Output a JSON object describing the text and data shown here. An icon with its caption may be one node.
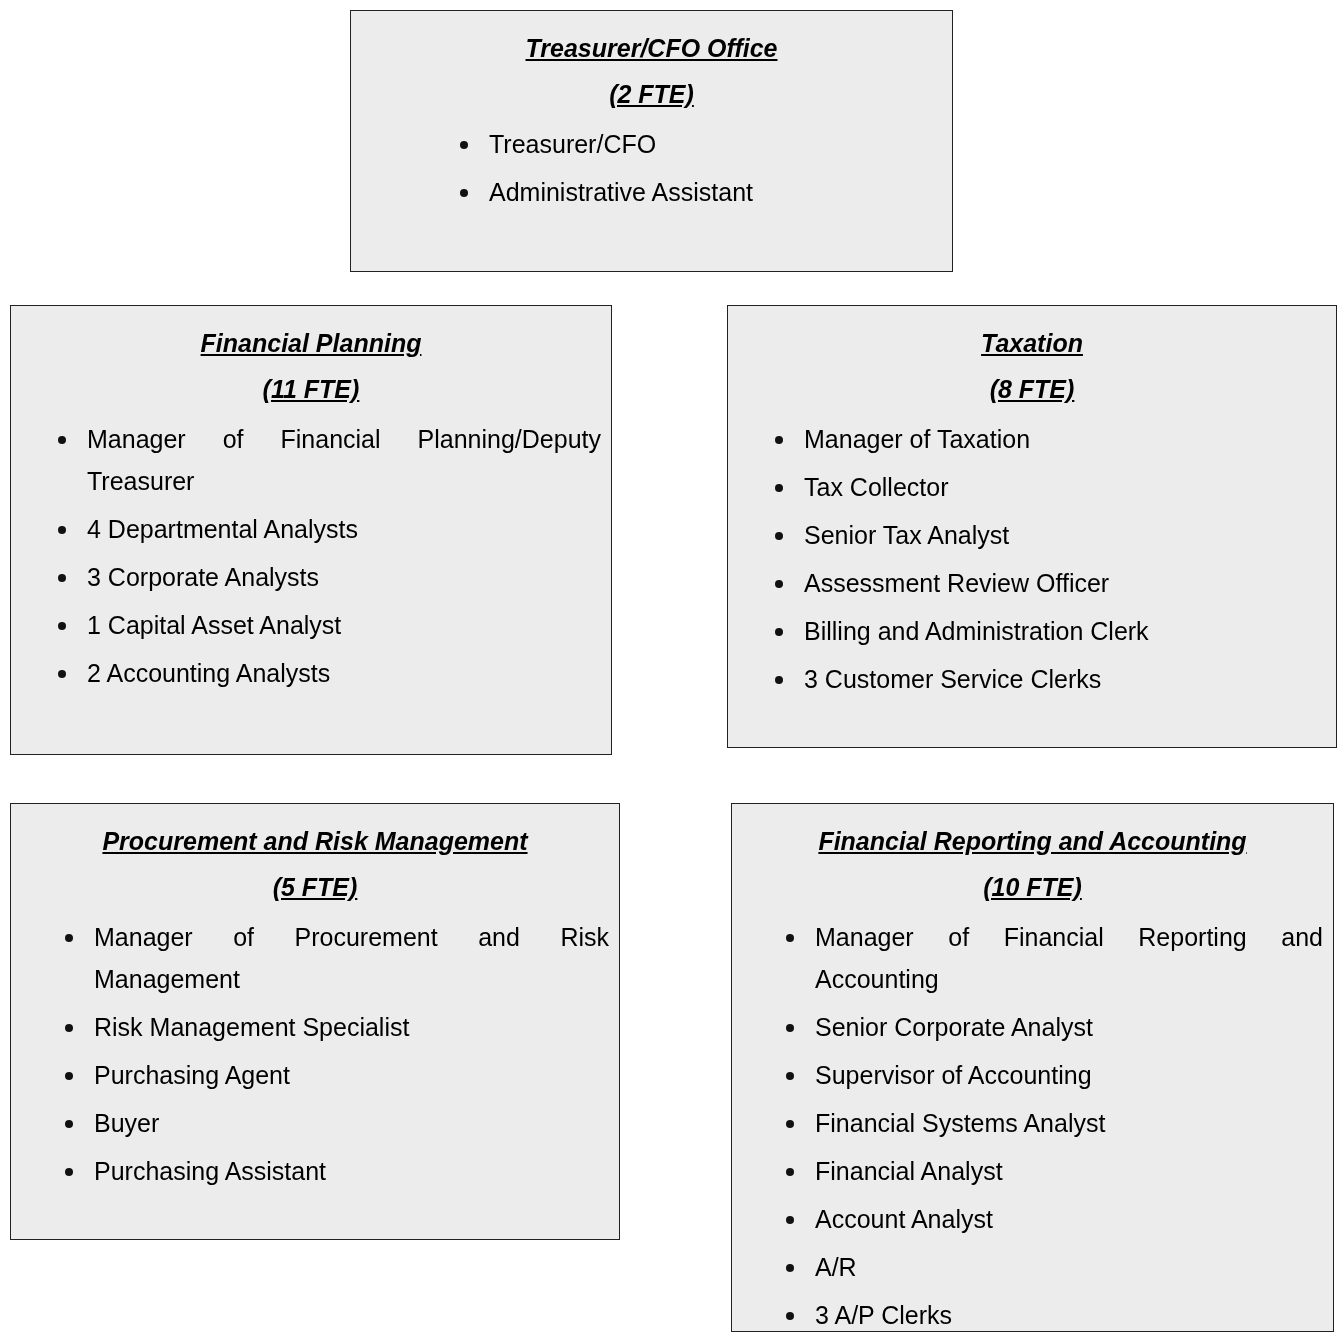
{
  "diagram": {
    "nodes": [
      {
        "text": [
          "Treasurer/CFO Office",
          "(2 FTE)",
          "Treasurer/CFO",
          "Administrative Assistant"
        ]
      },
      {
        "text": [
          "Financial Planning",
          "(11 FTE)",
          "Manager of Financial Planning/Deputy Treasurer",
          "4 Departmental Analysts",
          "3 Corporate Analysts",
          "1 Capital Asset Analyst",
          "2 Accounting Analysts"
        ]
      },
      {
        "text": [
          "Taxation",
          "(8 FTE)",
          "Manager of Taxation",
          "Tax Collector",
          "Senior Tax Analyst",
          "Assessment Review Officer",
          "Billing and Administration Clerk",
          "3 Customer Service Clerks"
        ]
      },
      {
        "text": [
          "Procurement and Risk Management",
          "(5 FTE)",
          "Manager of Procurement and Risk Management",
          "Risk Management Specialist",
          "Purchasing Agent",
          "Buyer",
          "Purchasing Assistant"
        ]
      },
      {
        "text": [
          "Financial Reporting and Accounting",
          "(10 FTE)",
          "Manager of Financial Reporting and Accounting",
          "Senior Corporate Analyst",
          "Supervisor of Accounting",
          "Financial Systems Analyst",
          "Financial Analyst",
          "Account Analyst",
          "A/R",
          "3 A/P Clerks"
        ]
      }
    ]
  }
}
